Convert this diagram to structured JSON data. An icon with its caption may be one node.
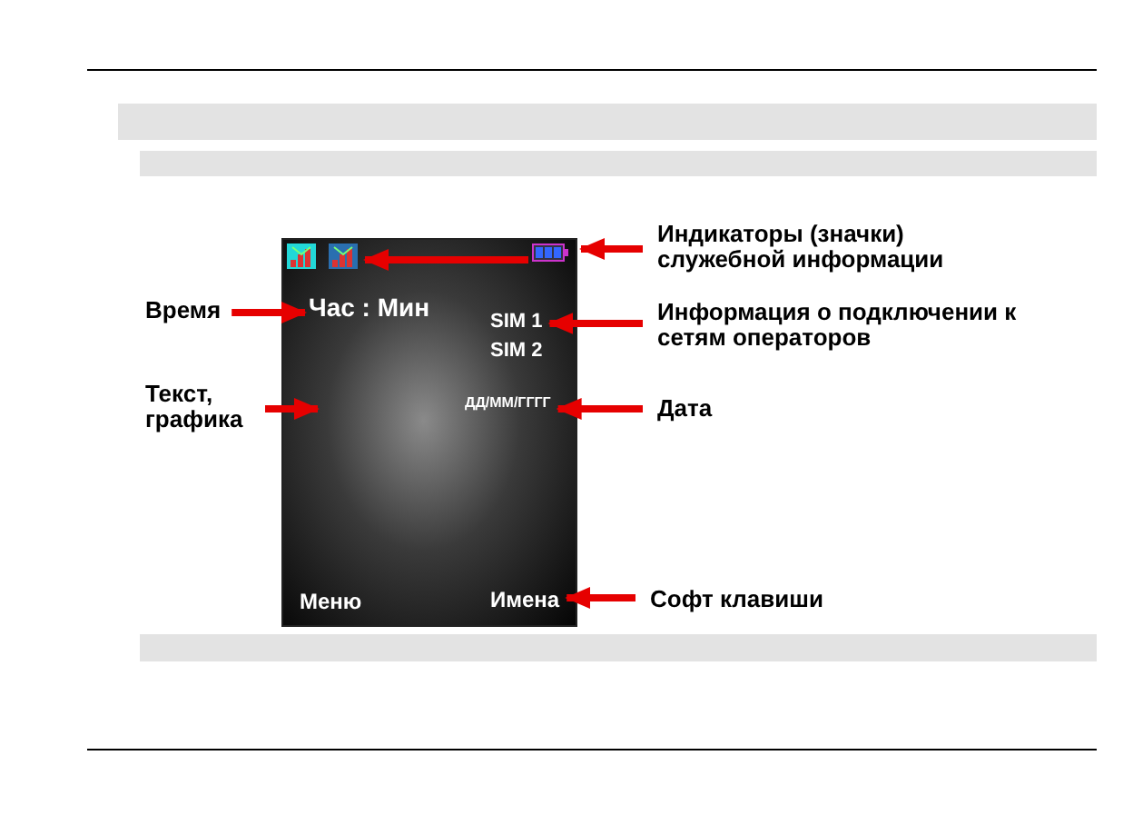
{
  "diagram": {
    "nodes": [
      {
        "text": [],
        "shape": "box"
      },
      {
        "text": [
          "Час : Мин"
        ],
        "in": 0
      },
      {
        "text": [
          "SIM 1"
        ],
        "in": 0
      },
      {
        "text": [
          "SIM 2"
        ],
        "in": 0
      },
      {
        "text": [
          "ДД/ММ/ГГГГ"
        ],
        "in": 0
      },
      {
        "text": [
          "Меню"
        ],
        "in": 0
      },
      {
        "text": [
          "Имена"
        ],
        "in": 0
      },
      {
        "text": [
          "Индикаторы (значки) служебной информации"
        ]
      },
      {
        "text": [
          "Время"
        ]
      },
      {
        "text": [
          "Информация о подключении к сетям операторов"
        ]
      },
      {
        "text": [
          "Текст, графика"
        ]
      },
      {
        "text": [
          "Дата"
        ]
      },
      {
        "text": [
          "Софт клавиши"
        ]
      },
      {
        "text": [],
        "shape": "picture",
        "in": 0
      },
      {
        "text": [],
        "shape": "picture",
        "in": 0
      }
    ],
    "edges": [
      {
        "from": 7,
        "to": 0,
        "arrow": "to"
      },
      {
        "from": 8,
        "to": 1,
        "arrow": "to"
      },
      {
        "from": 9,
        "to": 2,
        "arrow": "to"
      },
      {
        "from": 10,
        "to": 0,
        "arrow": "to"
      },
      {
        "from": 11,
        "to": 4,
        "arrow": "to"
      },
      {
        "from": 12,
        "to": 6,
        "arrow": "to"
      },
      {
        "from": 14,
        "to": 13,
        "arrow": "to"
      }
    ]
  }
}
